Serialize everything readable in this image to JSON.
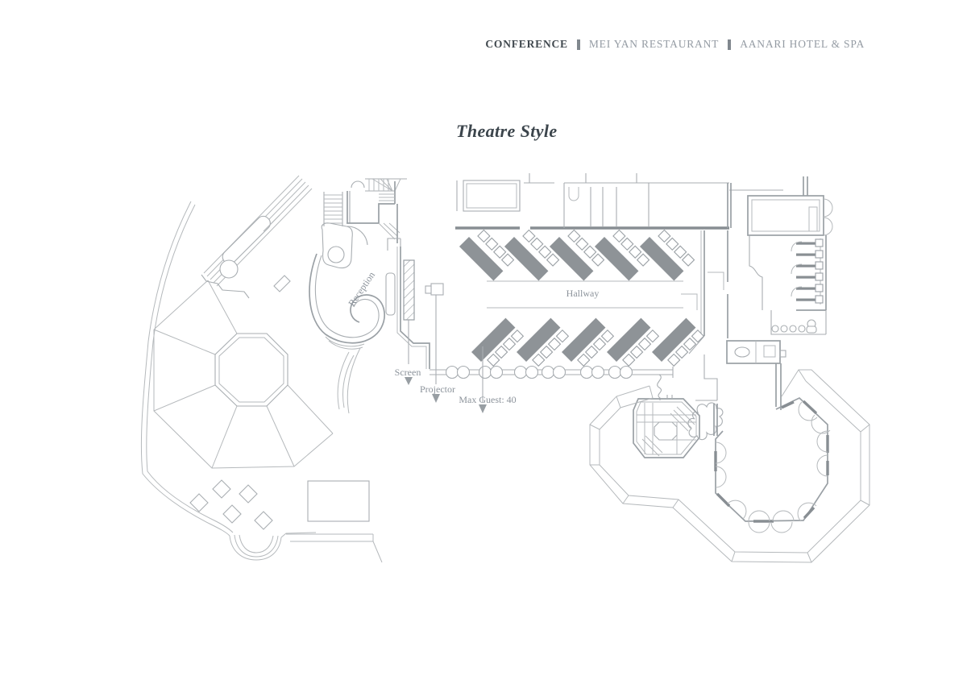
{
  "header": {
    "items": [
      {
        "label": "CONFERENCE",
        "style": "primary"
      },
      {
        "label": "MEI YAN RESTAURANT",
        "style": "secondary"
      },
      {
        "label": "AANARI HOTEL & SPA",
        "style": "secondary"
      }
    ]
  },
  "title": "Theatre Style",
  "plan": {
    "labels": {
      "reception": "Reception",
      "hallway": "Hallway",
      "screen": "Screen",
      "projector": "Projector",
      "max_guest": "Max Guest: 40"
    },
    "setup": {
      "style": "Theatre Style",
      "table_rows": 2,
      "tables_per_row": 5,
      "total_tables": 10,
      "chairs_per_table": 4,
      "max_guests": 40
    },
    "colors": {
      "drawing_line": "#b5b9bc",
      "wall": "#9aa0a5",
      "dark_fixture": "#898f93",
      "table_fill": "#8e9397",
      "label_text": "#8c939b",
      "title_text": "#3c454c",
      "header_primary": "#40484e",
      "header_secondary": "#949ba3",
      "separator_bar": "#81888e"
    }
  }
}
